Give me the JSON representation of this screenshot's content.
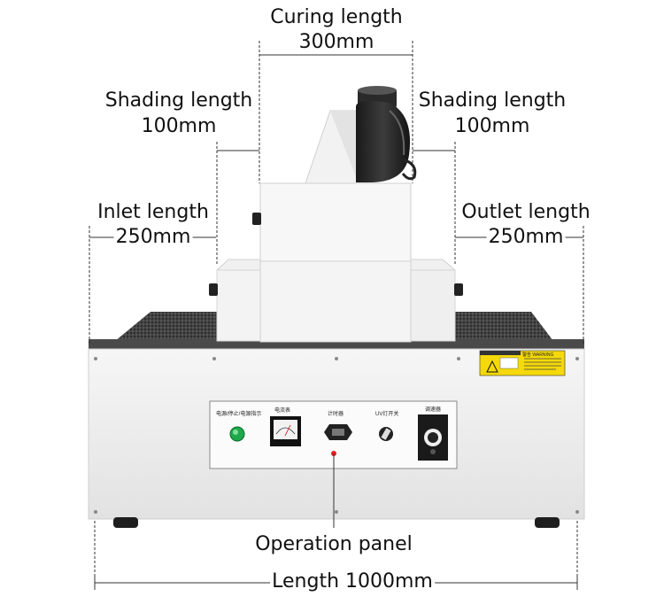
{
  "dimensions": {
    "curing": {
      "label": "Curing length",
      "value": "300mm"
    },
    "shading_left": {
      "label": "Shading length",
      "value": "100mm"
    },
    "shading_right": {
      "label": "Shading length",
      "value": "100mm"
    },
    "inlet": {
      "label": "Inlet length",
      "value": "250mm"
    },
    "outlet": {
      "label": "Outlet length",
      "value": "250mm"
    },
    "length": {
      "label": "Length 1000mm"
    }
  },
  "callout": {
    "label": "Operation panel"
  },
  "panel": {
    "power_label": "电源/停止/电源指示",
    "ammeter_label": "电流表",
    "counter_label": "计时器",
    "uv_switch_label": "UV灯开关",
    "speed_label": "调速器",
    "warning_label": "警告 WARNING"
  },
  "colors": {
    "machine_body": "#ececec",
    "panel_face": "#fbfbfb",
    "conveyor_belt": "#3a3a3a",
    "power_button": "#1fa84a",
    "warning_yellow": "#f5d90a",
    "indicator_red": "#e81e1e"
  }
}
